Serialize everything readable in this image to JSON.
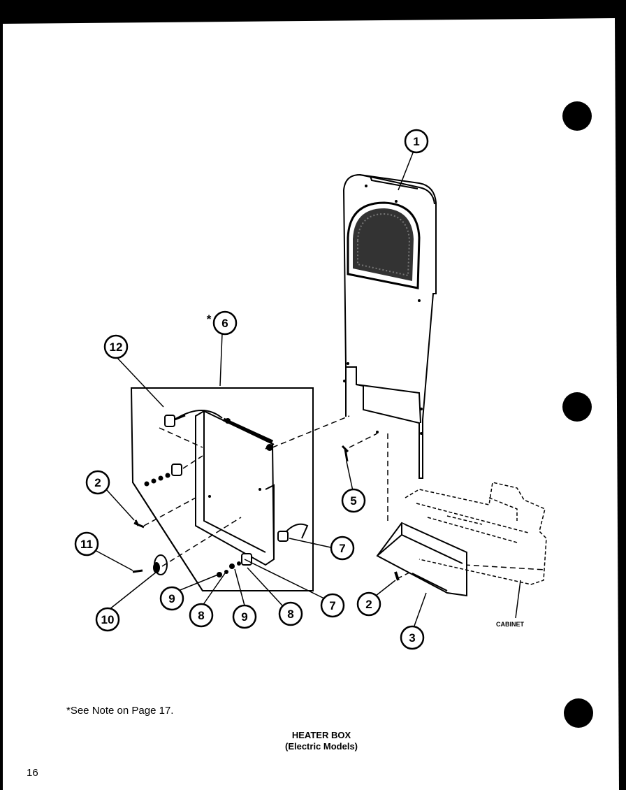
{
  "callouts": {
    "c1": "1",
    "c2a": "2",
    "c2b": "2",
    "c3": "3",
    "c5": "5",
    "c6": "6",
    "c7a": "7",
    "c7b": "7",
    "c8a": "8",
    "c8b": "8",
    "c9a": "9",
    "c9b": "9",
    "c10": "10",
    "c11": "11",
    "c12": "12",
    "asterisk": "*"
  },
  "cabinet_label": "CABINET",
  "note": "*See Note on Page 17.",
  "title_line1": "HEATER BOX",
  "title_line2": "(Electric Models)",
  "page_number": "16"
}
